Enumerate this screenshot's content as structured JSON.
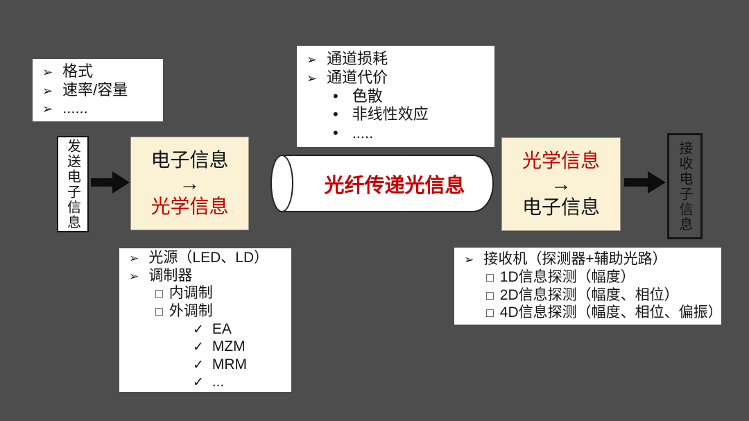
{
  "colors": {
    "background": "#4d4d4d",
    "white_box": "#ffffff",
    "cream_box": "#fbf2d5",
    "red_text": "#c40000",
    "black_text": "#141414"
  },
  "signal_props_box": {
    "items": [
      {
        "type": "arrow",
        "bullet": "➢",
        "level": 1,
        "text": "格式"
      },
      {
        "type": "arrow",
        "bullet": "➢",
        "level": 1,
        "text": "速率/容量"
      },
      {
        "type": "arrow",
        "bullet": "➢",
        "level": 1,
        "text": "......"
      }
    ]
  },
  "channel_box": {
    "items": [
      {
        "type": "arrow",
        "bullet": "➢",
        "level": 1,
        "text": "通道损耗"
      },
      {
        "type": "arrow",
        "bullet": "➢",
        "level": 1,
        "text": "通道代价"
      },
      {
        "type": "dot",
        "bullet": "•",
        "level": 2,
        "text": "色散"
      },
      {
        "type": "dot",
        "bullet": "•",
        "level": 2,
        "text": "非线性效应"
      },
      {
        "type": "dot",
        "bullet": "•",
        "level": 2,
        "text": "....."
      }
    ]
  },
  "send_label": {
    "text": "发送电子信息"
  },
  "eo_converter": {
    "top": "电子信息",
    "arrow": "→",
    "bottom": "光学信息"
  },
  "fiber": {
    "label": "光纤传递光信息"
  },
  "oe_converter": {
    "top": "光学信息",
    "arrow": "→",
    "bottom": "电子信息"
  },
  "receive_label": {
    "text": "接收电子信息"
  },
  "transmitter_box": {
    "items": [
      {
        "type": "arrow",
        "bullet": "➢",
        "level": 1,
        "text": "光源（LED、LD）"
      },
      {
        "type": "arrow",
        "bullet": "➢",
        "level": 1,
        "text": "调制器"
      },
      {
        "type": "square",
        "bullet": "□",
        "level": 2,
        "text": "内调制"
      },
      {
        "type": "square",
        "bullet": "□",
        "level": 2,
        "text": "外调制"
      },
      {
        "type": "check",
        "bullet": "✓",
        "level": 3,
        "text": "EA"
      },
      {
        "type": "check",
        "bullet": "✓",
        "level": 3,
        "text": "MZM"
      },
      {
        "type": "check",
        "bullet": "✓",
        "level": 3,
        "text": "MRM"
      },
      {
        "type": "check",
        "bullet": "✓",
        "level": 3,
        "text": "..."
      }
    ]
  },
  "receiver_box": {
    "items": [
      {
        "type": "arrow",
        "bullet": "➢",
        "level": 1,
        "text": "接收机（探测器+辅助光路）"
      },
      {
        "type": "square",
        "bullet": "□",
        "level": 2,
        "text": "1D信息探测（幅度）"
      },
      {
        "type": "square",
        "bullet": "□",
        "level": 2,
        "text": "2D信息探测（幅度、相位）"
      },
      {
        "type": "square",
        "bullet": "□",
        "level": 2,
        "text": "4D信息探测（幅度、相位、偏振）"
      }
    ]
  }
}
